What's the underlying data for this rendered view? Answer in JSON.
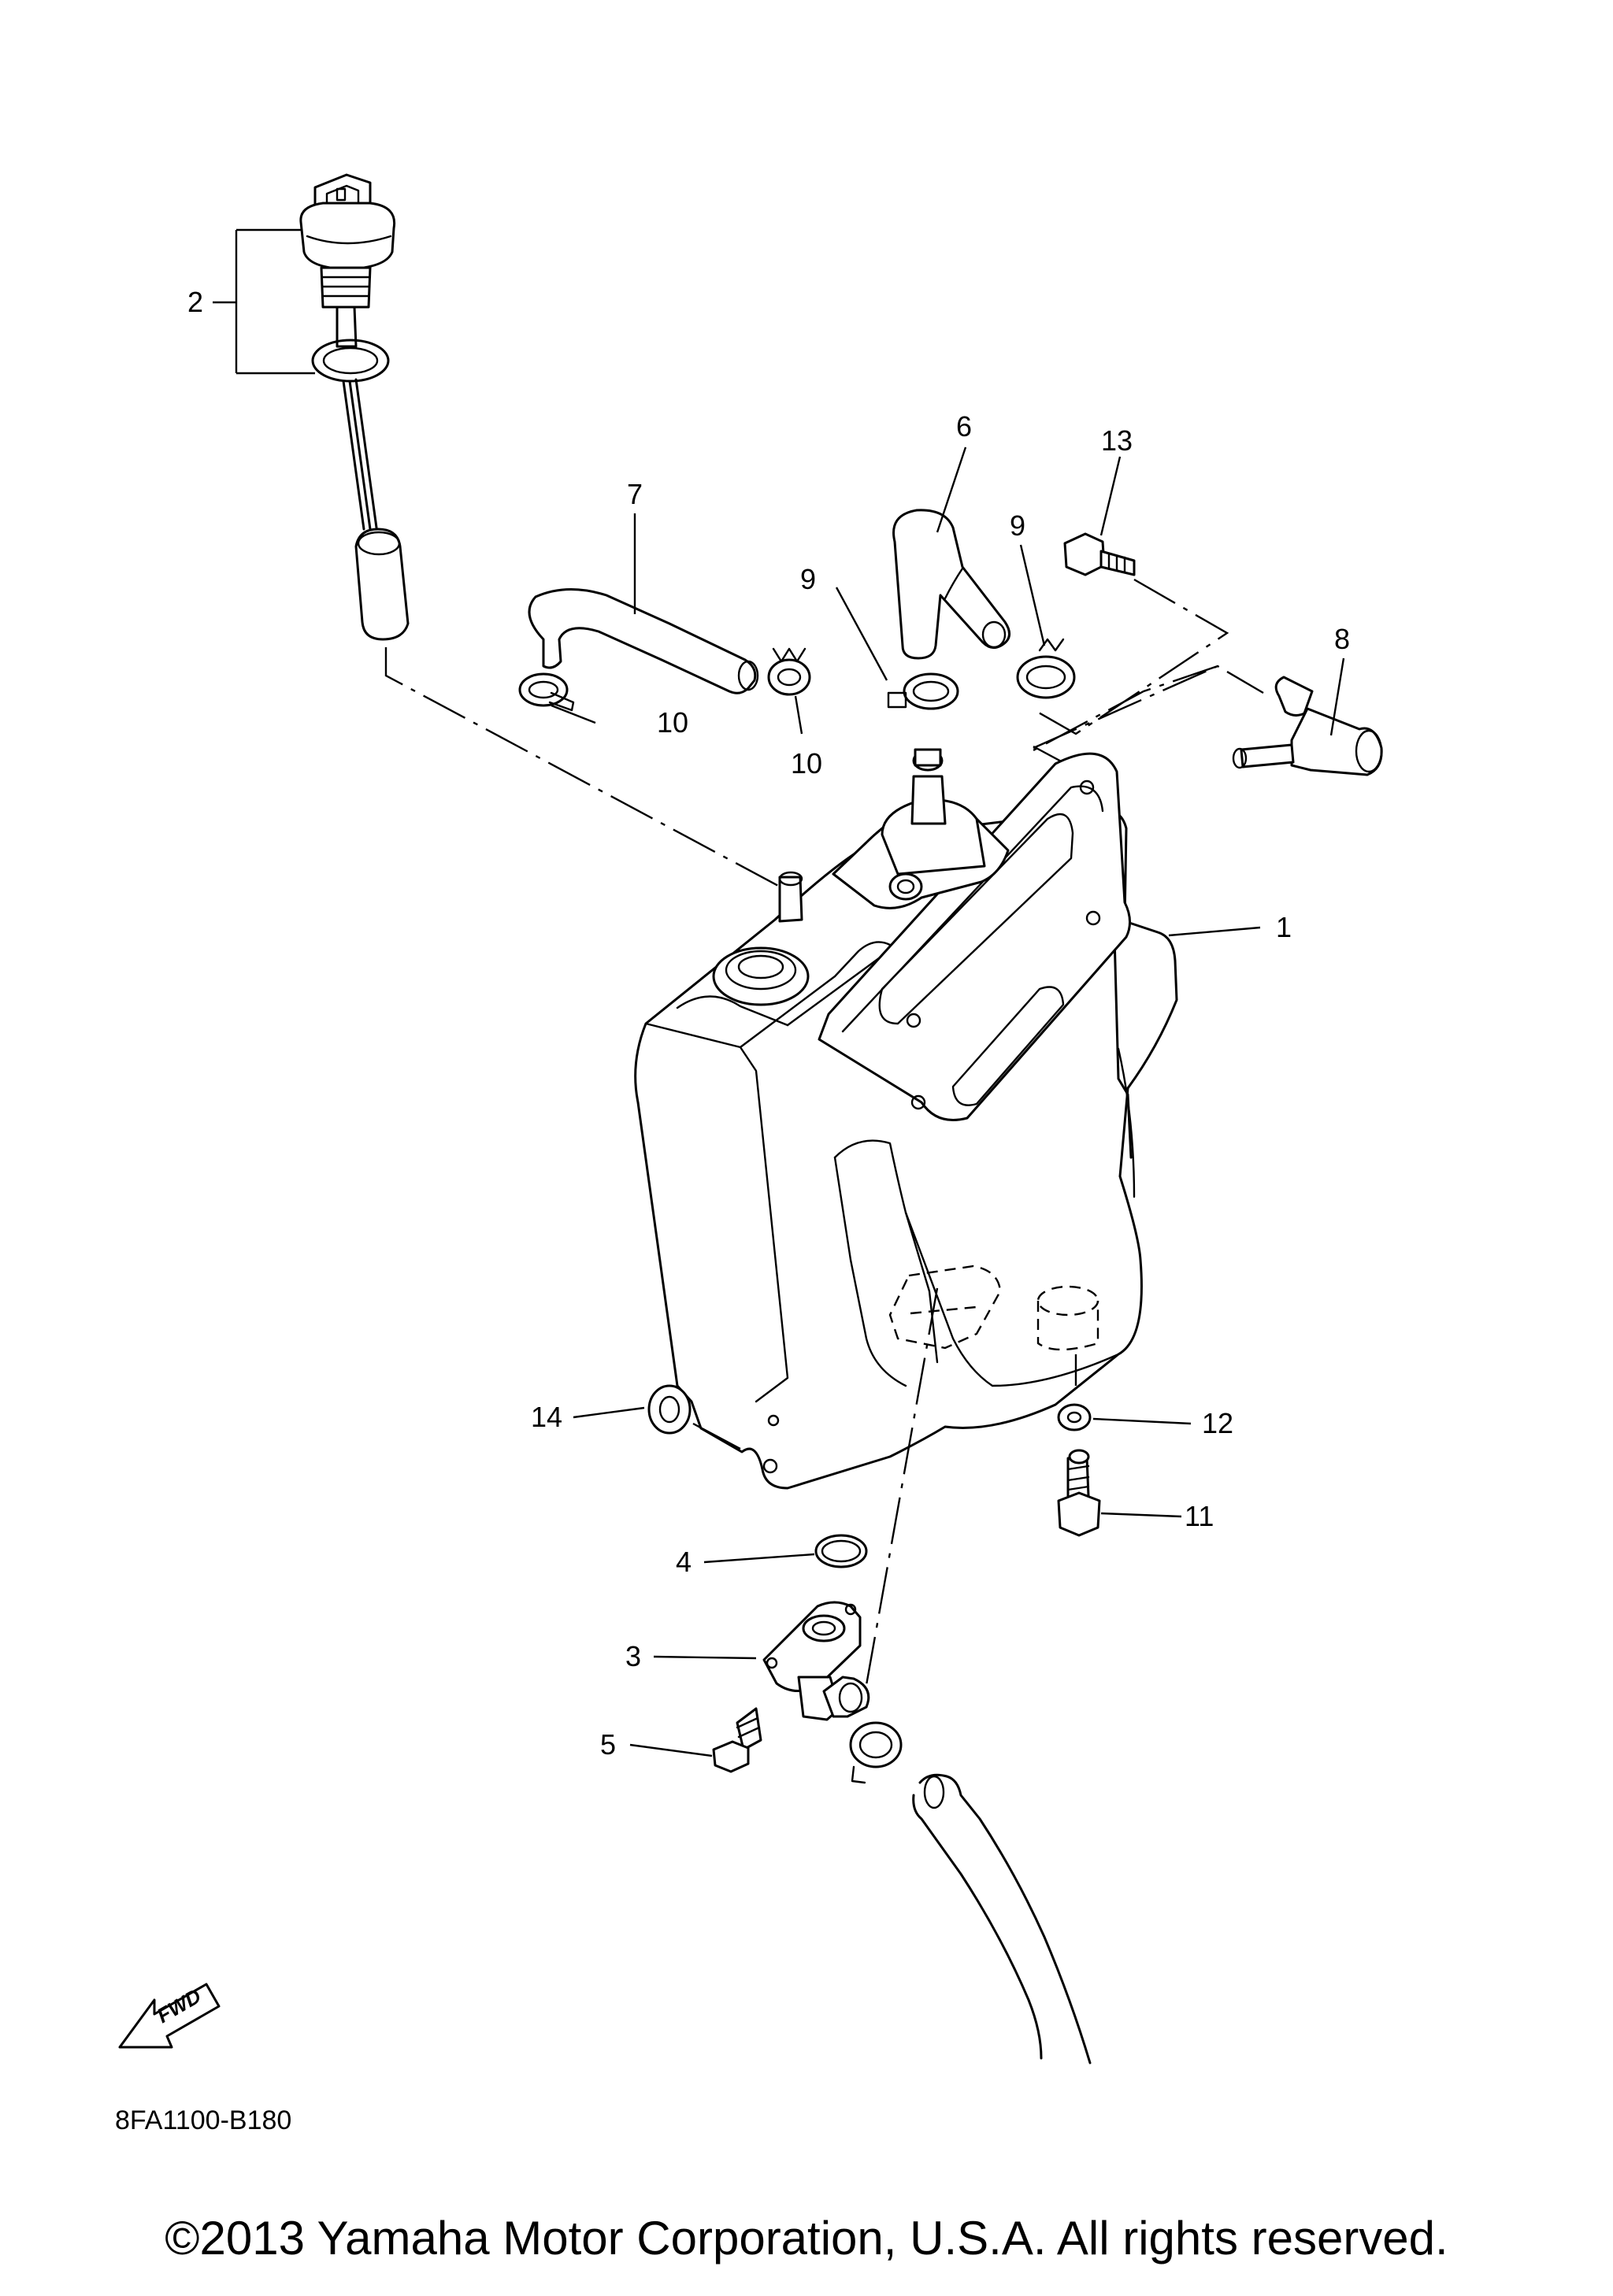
{
  "callouts": {
    "c1": "1",
    "c2": "2",
    "c3": "3",
    "c4": "4",
    "c5": "5",
    "c6": "6",
    "c7": "7",
    "c8": "8",
    "c9a": "9",
    "c9b": "9",
    "c10a": "10",
    "c10b": "10",
    "c11": "11",
    "c12": "12",
    "c13": "13",
    "c14": "14"
  },
  "diagram_code": "8FA1100-B180",
  "fwd_label": "FWD",
  "copyright": "©2013 Yamaha Motor Corporation, U.S.A. All rights reserved."
}
